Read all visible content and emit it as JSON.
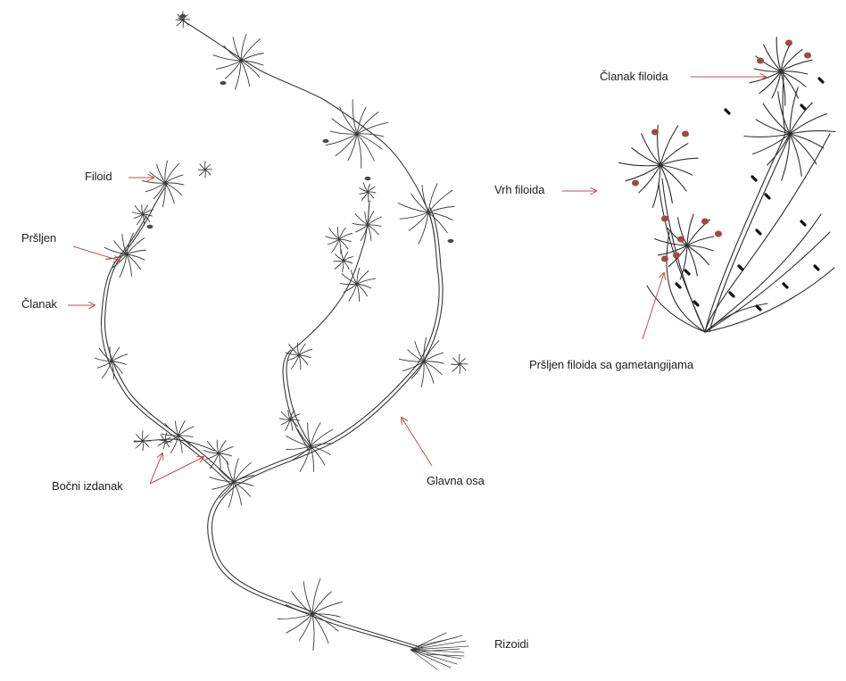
{
  "labels": {
    "filoid": "Filoid",
    "prsljen": "Pršljen",
    "clanak": "Članak",
    "bocni_izdanak": "Bočni izdanak",
    "glavna_osa": "Glavna osa",
    "rizoidi": "Rizoidi",
    "clanak_filoida": "Članak filoida",
    "vrh_filoida": "Vrh filoida",
    "prsljen_filoida": "Pršljen filoida sa gametangijama"
  },
  "colors": {
    "ink": "#3a3a3a",
    "arrow": "#c0504d",
    "gametangia": "#8a3a3a",
    "background": "#ffffff"
  }
}
